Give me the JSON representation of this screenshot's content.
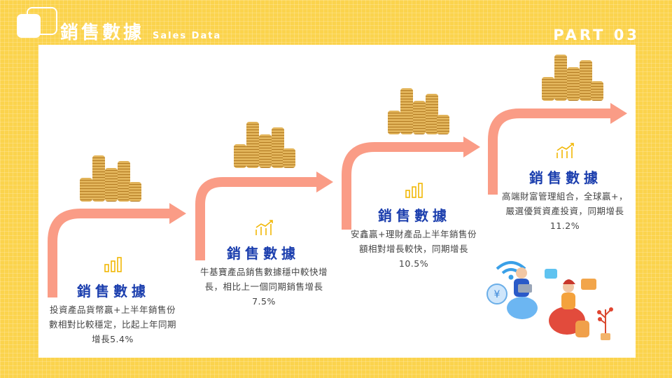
{
  "header": {
    "title": "銷售數據",
    "subtitle": "Sales Data",
    "part": "PART 03"
  },
  "stages": [
    {
      "title": "銷售數據",
      "description": "投資產品貨幣贏+上半年銷售份數相對比較穩定，比起上年同期增長5.4%"
    },
    {
      "title": "銷售數據",
      "description": "牛基寶產品銷售數據穩中較快增長，相比上一個同期銷售增長7.5%"
    },
    {
      "title": "銷售數據",
      "description": "安鑫贏+理財產品上半年銷售份額相對增長較快，同期增長10.5%"
    },
    {
      "title": "銷售數據",
      "description": "高端財富管理組合，全球贏+，嚴選優質資產投資，同期增長11.2%"
    }
  ],
  "colors": {
    "background": "#fbd34d",
    "arrow": "#fa9c86",
    "title_blue": "#1c3fae",
    "icon_gold": "#f2b705"
  },
  "icons": [
    "chart-growth-icon",
    "coin-stack-image",
    "people-illustration"
  ]
}
